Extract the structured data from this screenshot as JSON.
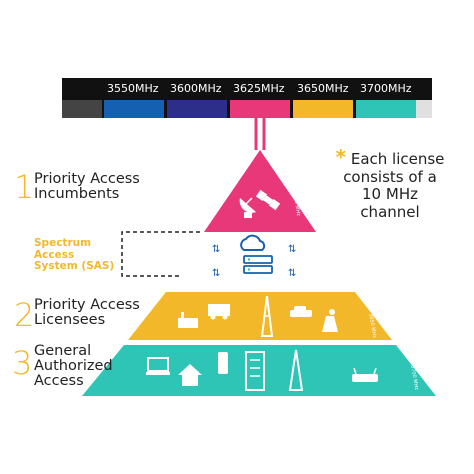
{
  "spectrum_bar": {
    "bands": [
      {
        "label": "3550MHz",
        "color": "#1560b0"
      },
      {
        "label": "3600MHz",
        "color": "#2d2d8a"
      },
      {
        "label": "3625MHz",
        "color": "#e8387a"
      },
      {
        "label": "3650MHz",
        "color": "#f2b829"
      },
      {
        "label": "3700MHz",
        "color": "#2ec4b6"
      }
    ]
  },
  "note": {
    "star": "*",
    "lines": [
      "Each license",
      "consists of a",
      "10 MHz",
      "channel"
    ]
  },
  "tiers": [
    {
      "number": "1",
      "lines": [
        "Priority Access",
        "Incumbents"
      ],
      "freq": "3550 - 3700 MHz",
      "color": "#e8387a"
    },
    {
      "number": "2",
      "lines": [
        "Priority Access",
        "Licensees"
      ],
      "freq": "3550 - 3650 MHz",
      "color": "#f2b829"
    },
    {
      "number": "3",
      "lines": [
        "General",
        "Authorized",
        "Access"
      ],
      "freq": "3550 - 3700 MHz",
      "color": "#2ec4b6"
    }
  ],
  "sas": {
    "lines": [
      "Spectrum",
      "Access",
      "System (SAS)"
    ],
    "color": "#f2b829"
  },
  "colors": {
    "pink": "#e8387a",
    "yellow": "#f2b829",
    "teal": "#2ec4b6",
    "blue": "#1560b0",
    "navy": "#2d2d8a"
  },
  "icons": {
    "tier1": [
      "satellite-dish-icon",
      "satellite-icon"
    ],
    "tier2": [
      "factory-icon",
      "ambulance-icon",
      "radio-tower-icon",
      "car-icon",
      "power-plant-icon"
    ],
    "tier3": [
      "laptop-icon",
      "house-icon",
      "tablet-icon",
      "building-icon",
      "cell-tower-icon",
      "router-icon"
    ],
    "sas": [
      "cloud-icon",
      "server-icon",
      "sync-arrows-icon"
    ]
  }
}
